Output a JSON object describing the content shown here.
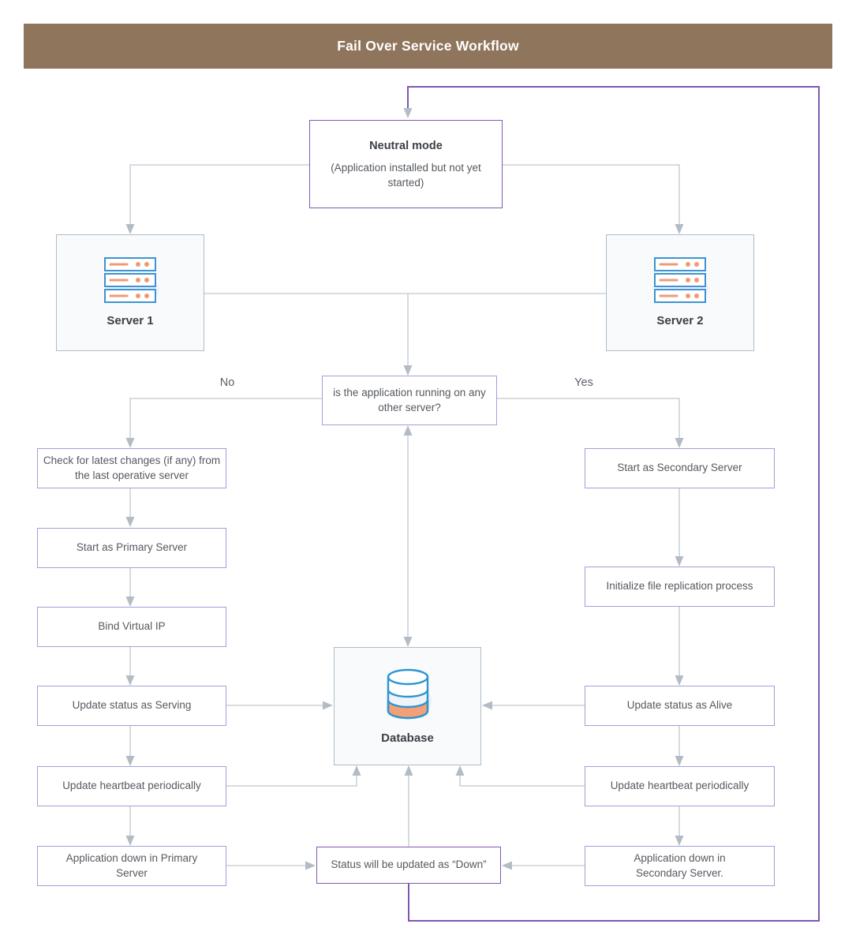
{
  "title": "Fail Over Service Workflow",
  "labels": {
    "no": "No",
    "yes": "Yes"
  },
  "nodes": {
    "neutral": {
      "title": "Neutral mode",
      "subtitle": "(Application installed but not yet started)"
    },
    "server1": {
      "label": "Server 1"
    },
    "server2": {
      "label": "Server 2"
    },
    "decision": {
      "label": "is the application running on any other server?"
    },
    "database": {
      "label": "Database"
    },
    "status_down": {
      "label": "Status will be updated as “Down”"
    }
  },
  "left_branch": [
    {
      "label": "Check for latest changes (if any) from the last operative server"
    },
    {
      "label": "Start as Primary Server"
    },
    {
      "label": "Bind Virtual IP"
    },
    {
      "label": "Update status as Serving"
    },
    {
      "label": "Update heartbeat periodically"
    },
    {
      "label": "Application down in Primary Server"
    }
  ],
  "right_branch": [
    {
      "label": "Start as Secondary Server"
    },
    {
      "label": "Initialize file replication process"
    },
    {
      "label": "Update status as Alive"
    },
    {
      "label": "Update heartbeat periodically"
    },
    {
      "label": "Application down in Secondary Server."
    }
  ],
  "colors": {
    "banner_bg": "#8f755c",
    "banner_text": "#ffffff",
    "connector_gray": "#ccd2d9",
    "arrowhead_gray": "#b3bcc4",
    "loop_purple": "#7e57b5",
    "border_purple_dark": "#8159b3",
    "border_purple_light": "#a79dd8",
    "border_gray_box": "#aebdca",
    "gray_box_fill": "#f8fafb",
    "icon_blue": "#3f93d2",
    "icon_orange": "#f09a73"
  }
}
